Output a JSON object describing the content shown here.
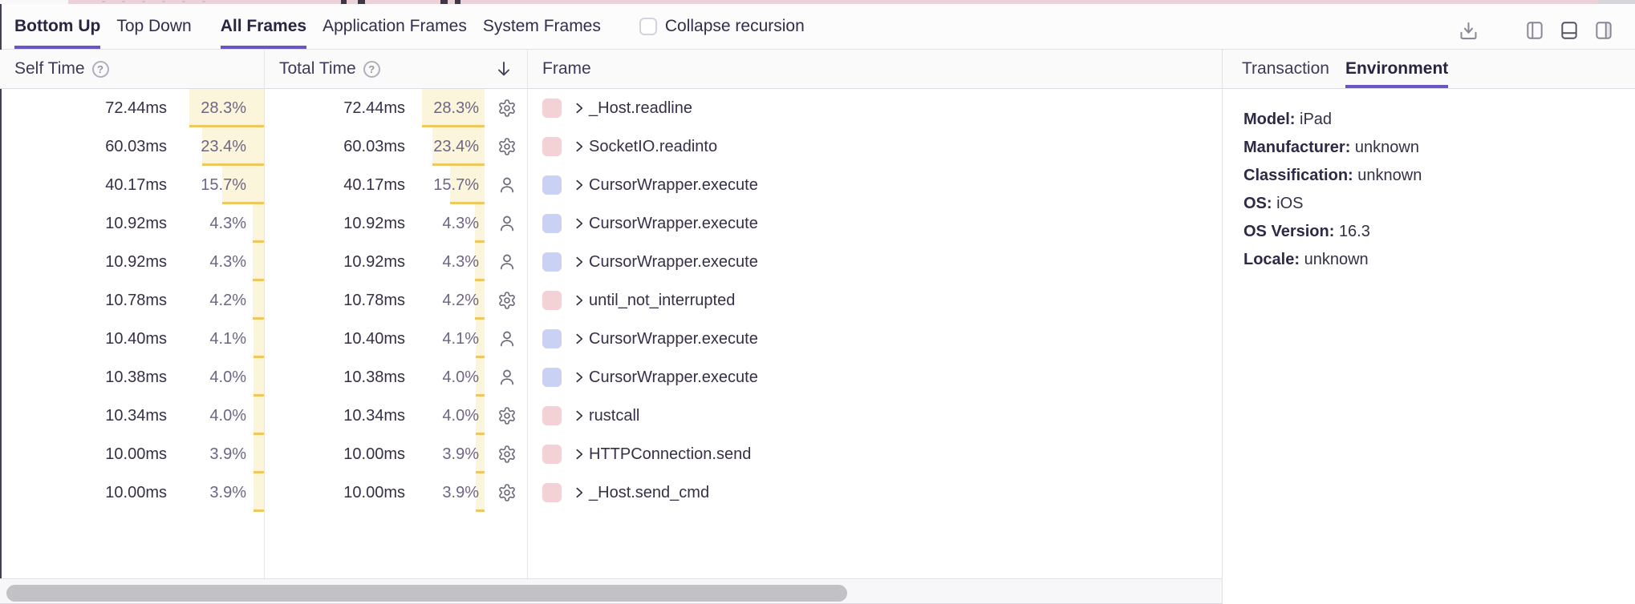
{
  "toolbar": {
    "tabs": [
      {
        "label": "Bottom Up",
        "active": true
      },
      {
        "label": "Top Down",
        "active": false
      },
      {
        "label": "All Frames",
        "active": true
      },
      {
        "label": "Application Frames",
        "active": false
      },
      {
        "label": "System Frames",
        "active": false
      }
    ],
    "collapse_recursion": {
      "label": "Collapse recursion",
      "checked": false
    },
    "right_icons": [
      "download-icon",
      "layout-split-left-icon",
      "layout-split-bottom-icon",
      "layout-split-right-icon"
    ]
  },
  "table": {
    "columns": {
      "self": "Self Time",
      "total": "Total Time",
      "frame": "Frame"
    },
    "help_glyph": "?",
    "sort": {
      "column": "Total Time",
      "direction": "descending"
    },
    "rows": [
      {
        "self_ms": "72.44ms",
        "self_pct": "28.3%",
        "total_ms": "72.44ms",
        "total_pct": "28.3%",
        "kind": "system",
        "frame": "_Host.readline"
      },
      {
        "self_ms": "60.03ms",
        "self_pct": "23.4%",
        "total_ms": "60.03ms",
        "total_pct": "23.4%",
        "kind": "system",
        "frame": "SocketIO.readinto"
      },
      {
        "self_ms": "40.17ms",
        "self_pct": "15.7%",
        "total_ms": "40.17ms",
        "total_pct": "15.7%",
        "kind": "application",
        "frame": "CursorWrapper.execute"
      },
      {
        "self_ms": "10.92ms",
        "self_pct": "4.3%",
        "total_ms": "10.92ms",
        "total_pct": "4.3%",
        "kind": "application",
        "frame": "CursorWrapper.execute"
      },
      {
        "self_ms": "10.92ms",
        "self_pct": "4.3%",
        "total_ms": "10.92ms",
        "total_pct": "4.3%",
        "kind": "application",
        "frame": "CursorWrapper.execute"
      },
      {
        "self_ms": "10.78ms",
        "self_pct": "4.2%",
        "total_ms": "10.78ms",
        "total_pct": "4.2%",
        "kind": "system",
        "frame": "until_not_interrupted"
      },
      {
        "self_ms": "10.40ms",
        "self_pct": "4.1%",
        "total_ms": "10.40ms",
        "total_pct": "4.1%",
        "kind": "application",
        "frame": "CursorWrapper.execute"
      },
      {
        "self_ms": "10.38ms",
        "self_pct": "4.0%",
        "total_ms": "10.38ms",
        "total_pct": "4.0%",
        "kind": "application",
        "frame": "CursorWrapper.execute"
      },
      {
        "self_ms": "10.34ms",
        "self_pct": "4.0%",
        "total_ms": "10.34ms",
        "total_pct": "4.0%",
        "kind": "system",
        "frame": "rustcall"
      },
      {
        "self_ms": "10.00ms",
        "self_pct": "3.9%",
        "total_ms": "10.00ms",
        "total_pct": "3.9%",
        "kind": "system",
        "frame": "HTTPConnection.send"
      },
      {
        "self_ms": "10.00ms",
        "self_pct": "3.9%",
        "total_ms": "10.00ms",
        "total_pct": "3.9%",
        "kind": "system",
        "frame": "_Host.send_cmd"
      }
    ]
  },
  "panel": {
    "tabs": [
      {
        "label": "Transaction",
        "active": false
      },
      {
        "label": "Environment",
        "active": true
      }
    ],
    "environment": {
      "details": [
        {
          "label": "Model:",
          "value": "iPad"
        },
        {
          "label": "Manufacturer:",
          "value": "unknown"
        },
        {
          "label": "Classification:",
          "value": "unknown"
        },
        {
          "label": "OS:",
          "value": "iOS"
        },
        {
          "label": "OS Version:",
          "value": "16.3"
        },
        {
          "label": "Locale:",
          "value": "unknown"
        }
      ]
    }
  },
  "colors": {
    "accent_purple": "#6557c5",
    "weight_bar_bg": "#fbf5dc",
    "weight_bar_border": "#eec75e",
    "system_frame_swatch": "#f2d2d4",
    "application_frame_swatch": "#c9d2f2",
    "text_dark": "#362f45",
    "text_muted": "#6e6584",
    "header_bg": "#fafafa",
    "minimap_pink": "#ead2d8"
  }
}
